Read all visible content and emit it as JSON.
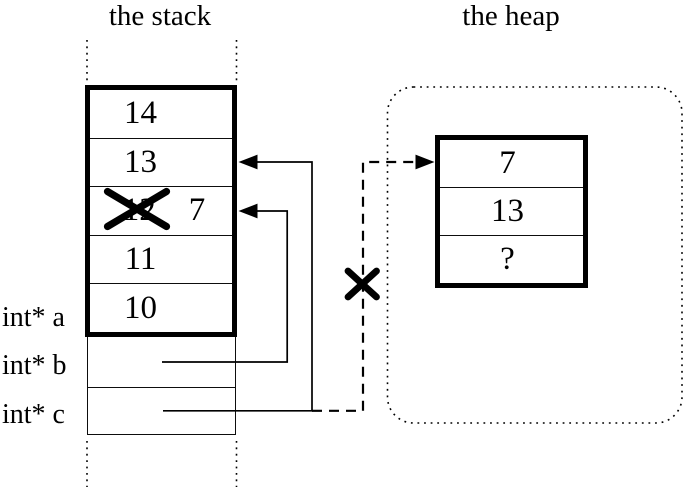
{
  "diagram": {
    "stack_title": "the stack",
    "heap_title": "the heap",
    "stack_cells": [
      {
        "value": "14",
        "crossed_out": false
      },
      {
        "value": "13",
        "crossed_out": false
      },
      {
        "value": "12",
        "crossed_out": true,
        "new_value": "7"
      },
      {
        "value": "11",
        "crossed_out": false
      },
      {
        "value": "10",
        "crossed_out": false
      }
    ],
    "variable_labels": [
      {
        "name": "a",
        "label": "int* a"
      },
      {
        "name": "b",
        "label": "int* b"
      },
      {
        "name": "c",
        "label": "int* c"
      }
    ],
    "heap_cells": [
      "7",
      "13",
      "?"
    ],
    "arrows": [
      {
        "from": "int* b",
        "to": "stack cell 12 (now 7)",
        "style": "solid",
        "crossed_out": false
      },
      {
        "from": "int* c",
        "to": "stack cell 13",
        "style": "solid",
        "crossed_out": false
      },
      {
        "from": "int* c",
        "to": "heap cell 7",
        "style": "dashed",
        "crossed_out": true
      }
    ],
    "icons": {
      "x_mark": "✗",
      "arrowhead": "▶"
    },
    "colors": {
      "ink": "#000000",
      "background": "#ffffff"
    }
  }
}
